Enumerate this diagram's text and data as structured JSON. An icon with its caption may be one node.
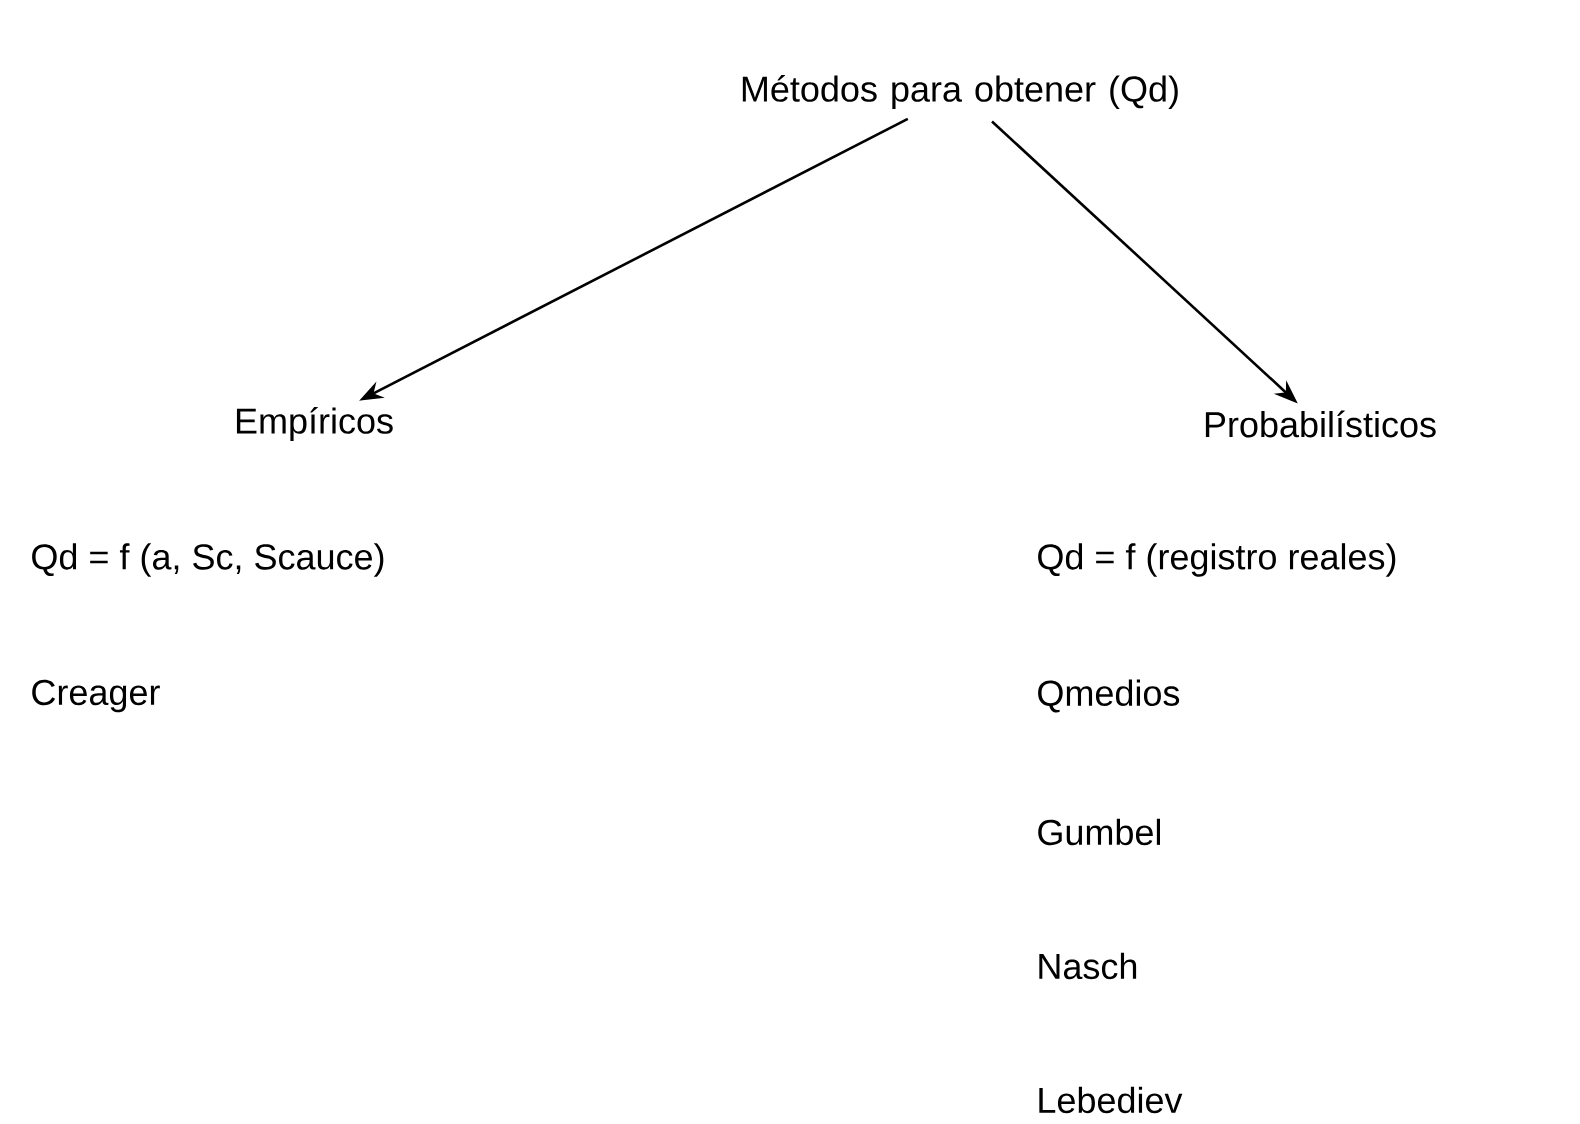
{
  "diagram": {
    "nodes": [
      {
        "text": [
          "Métodos para obtener (Qd)"
        ]
      },
      {
        "text": [
          "Empíricos"
        ]
      },
      {
        "text": [
          "Probabilísticos"
        ]
      }
    ],
    "edges": [
      {
        "from": 0,
        "to": 1,
        "arrow": "to"
      },
      {
        "from": 0,
        "to": 2,
        "arrow": "to"
      }
    ],
    "labels": [
      "Qd = f (a, Sc, Scauce)",
      "Qd = f (registro reales)",
      "Creager",
      "Qmedios",
      "Gumbel",
      "Nasch",
      "Lebediev"
    ]
  }
}
